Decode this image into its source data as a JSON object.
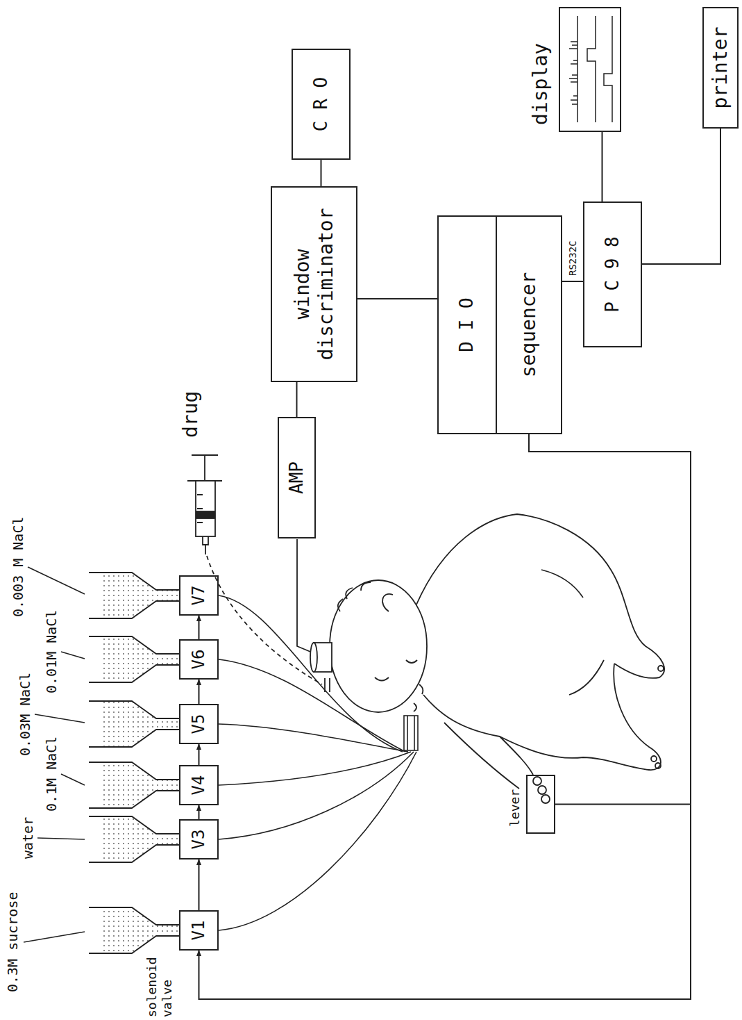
{
  "diagram": {
    "nodes": [
      {
        "text": [
          "V1"
        ]
      },
      {
        "text": [
          "V3"
        ]
      },
      {
        "text": [
          "V4"
        ]
      },
      {
        "text": [
          "V5"
        ]
      },
      {
        "text": [
          "V6"
        ]
      },
      {
        "text": [
          "V7"
        ]
      },
      {
        "text": [
          "AMP"
        ]
      },
      {
        "text": [
          "window discriminator"
        ]
      },
      {
        "text": [
          "C R O"
        ]
      },
      {
        "text": [
          "D I O"
        ]
      },
      {
        "text": [
          "sequencer"
        ]
      },
      {
        "text": [
          "P C 9 8"
        ]
      },
      {
        "text": [
          "display"
        ]
      },
      {
        "text": [
          "printer"
        ]
      },
      {
        "text": [
          "lever"
        ]
      }
    ],
    "edges": [
      {
        "from": 0,
        "to": 1,
        "arrow": "to"
      },
      {
        "from": 1,
        "to": 2,
        "arrow": "to"
      },
      {
        "from": 2,
        "to": 3,
        "arrow": "to"
      },
      {
        "from": 3,
        "to": 4,
        "arrow": "to"
      },
      {
        "from": 4,
        "to": 5,
        "arrow": "to"
      },
      {
        "from": 6,
        "to": 7,
        "arrow": "none"
      },
      {
        "from": 7,
        "to": 8,
        "arrow": "none"
      },
      {
        "from": 7,
        "to": 9,
        "arrow": "none"
      },
      {
        "from": 10,
        "to": 11,
        "label": "RS232C",
        "arrow": "none"
      },
      {
        "from": 11,
        "to": 12,
        "arrow": "none"
      },
      {
        "from": 11,
        "to": 13,
        "arrow": "none"
      },
      {
        "from": 10,
        "to": 0,
        "arrow": "to"
      },
      {
        "from": 14,
        "to": 10,
        "arrow": "none"
      }
    ],
    "labels": [
      "0.3M sucrose",
      "water",
      "0.1M NaCl",
      "0.03M NaCl",
      "0.01M NaCl",
      "0.003 M NaCl",
      "solenoid valve",
      "drug"
    ]
  }
}
